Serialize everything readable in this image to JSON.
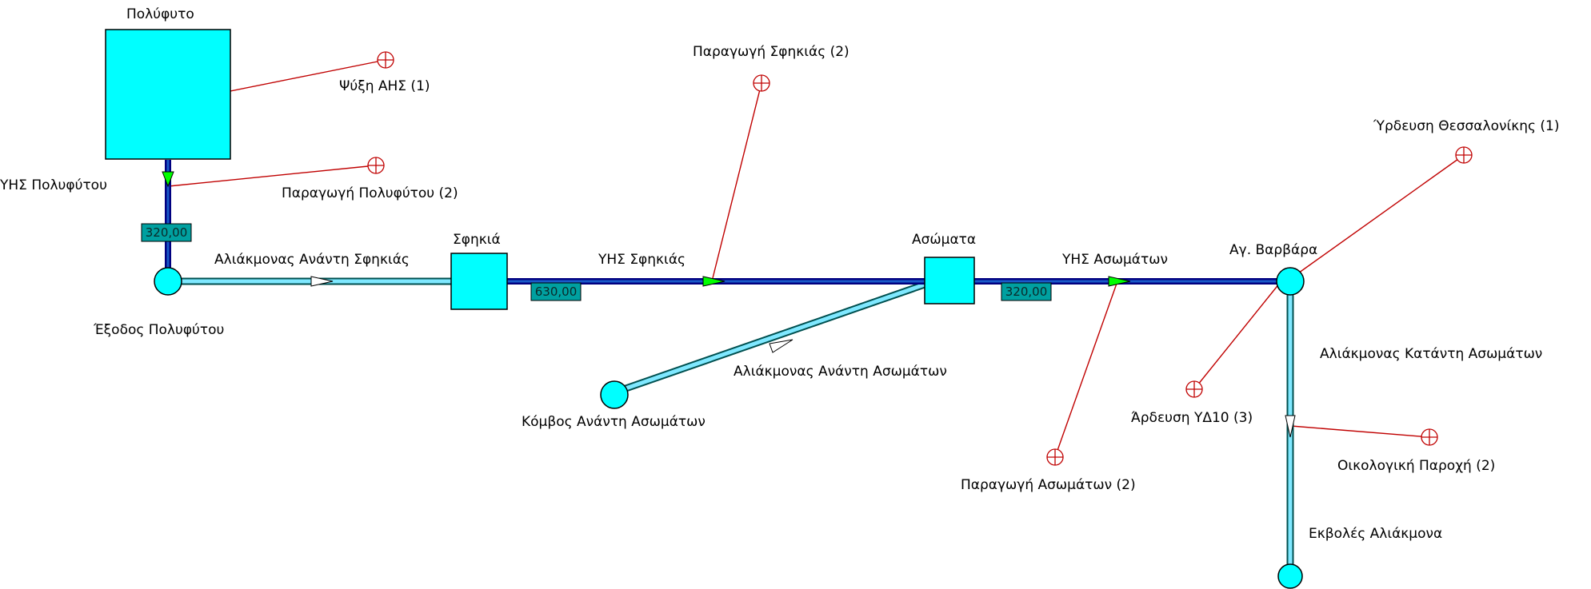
{
  "colors": {
    "background": "#ffffff",
    "node_fill": "#00ffff",
    "node_stroke": "#000000",
    "main_line": "#000080",
    "main_line_inner": "#1a5ac8",
    "river_outer": "#005050",
    "river_inner": "#7fe8ff",
    "demand_line": "#c00000",
    "demand_marker": "#c00000",
    "arrow_green": "#00ff00",
    "capacity_label_bg": "#00a0a0"
  },
  "reservoirs": {
    "polyfyto": "Πολύφυτο",
    "sfikia": "Σφηκιά",
    "asomata": "Ασώματα"
  },
  "junctions": {
    "exodos_polyfytou": "Έξοδος Πολυφύτου",
    "kombos_anantí_asomaton": "Κόμβος Ανάντη Ασωμάτων",
    "ag_varvara": "Αγ. Βαρβάρα",
    "ekvoles": "Εκβολές Αλιάκμονα"
  },
  "conduits": {
    "yhs_polyfytou": "ΥΗΣ Πολυφύτου",
    "yhs_sfikias": "ΥΗΣ Σφηκιάς",
    "yhs_asomaton": "ΥΗΣ Ασωμάτων",
    "river_anantí_sfikias": "Αλιάκμονας Ανάντη Σφηκιάς",
    "river_anantí_asomaton": "Αλιάκμονας Ανάντη Ασωμάτων",
    "river_katanti_asomaton": "Αλιάκμονας Κατάντη Ασωμάτων"
  },
  "capacities": {
    "polyfytou": "320,00",
    "sfikias": "630,00",
    "asomaton": "320,00"
  },
  "demands": {
    "psyxi_ahs": "Ψύξη ΑΗΣ (1)",
    "paragogi_polyfytou": "Παραγωγή Πολυφύτου (2)",
    "paragogi_sfikias": "Παραγωγή Σφηκιάς (2)",
    "ardeusi_thessalonikis": "Ύρδευση Θεσσαλονίκης (1)",
    "ardeusi_yd10": "Άρδευση ΥΔ10 (3)",
    "paragogi_asomaton": "Παραγωγή Ασωμάτων (2)",
    "oikologiki_paroxi": "Οικολογική Παροχή (2)"
  },
  "icons": {
    "reservoir": "square-reservoir-icon",
    "junction": "circle-junction-icon",
    "demand": "crosshair-demand-icon",
    "flow_arrow": "triangle-flow-arrow-icon"
  }
}
